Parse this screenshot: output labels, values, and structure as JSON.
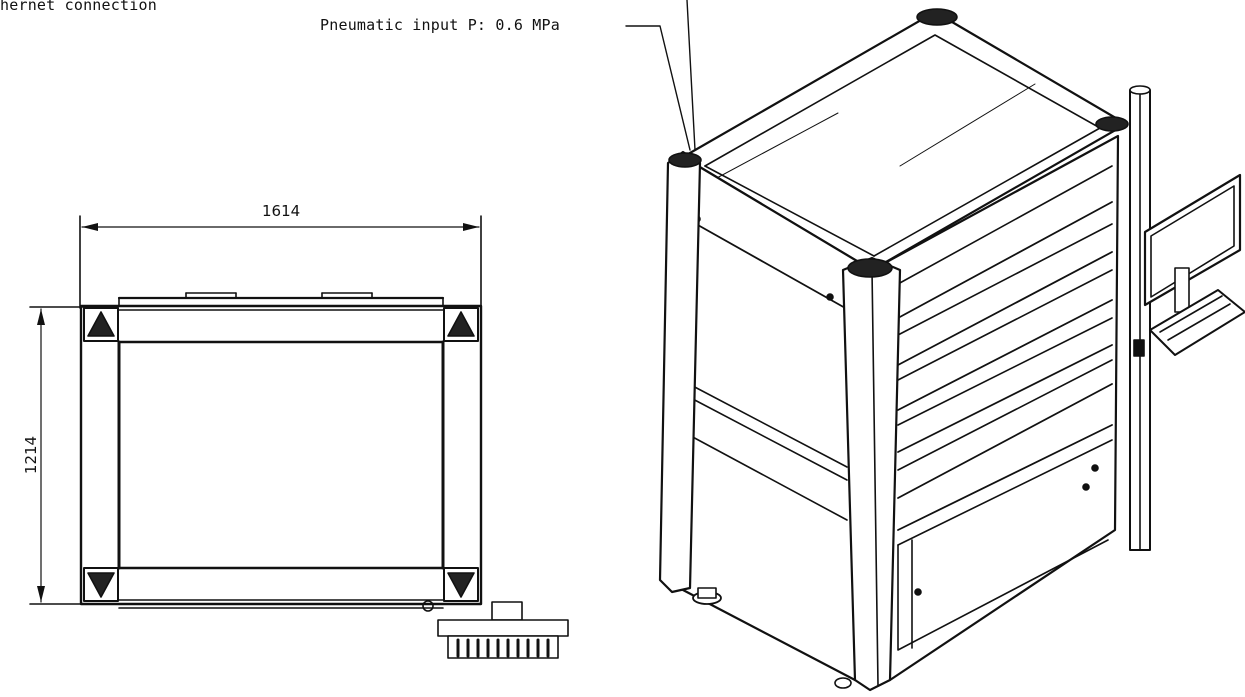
{
  "labels": {
    "ethernet": "hernet connection",
    "pneumatic": "Pneumatic input P: 0.6 MPa"
  },
  "dimensions": {
    "width": "1614",
    "depth": "1214"
  }
}
